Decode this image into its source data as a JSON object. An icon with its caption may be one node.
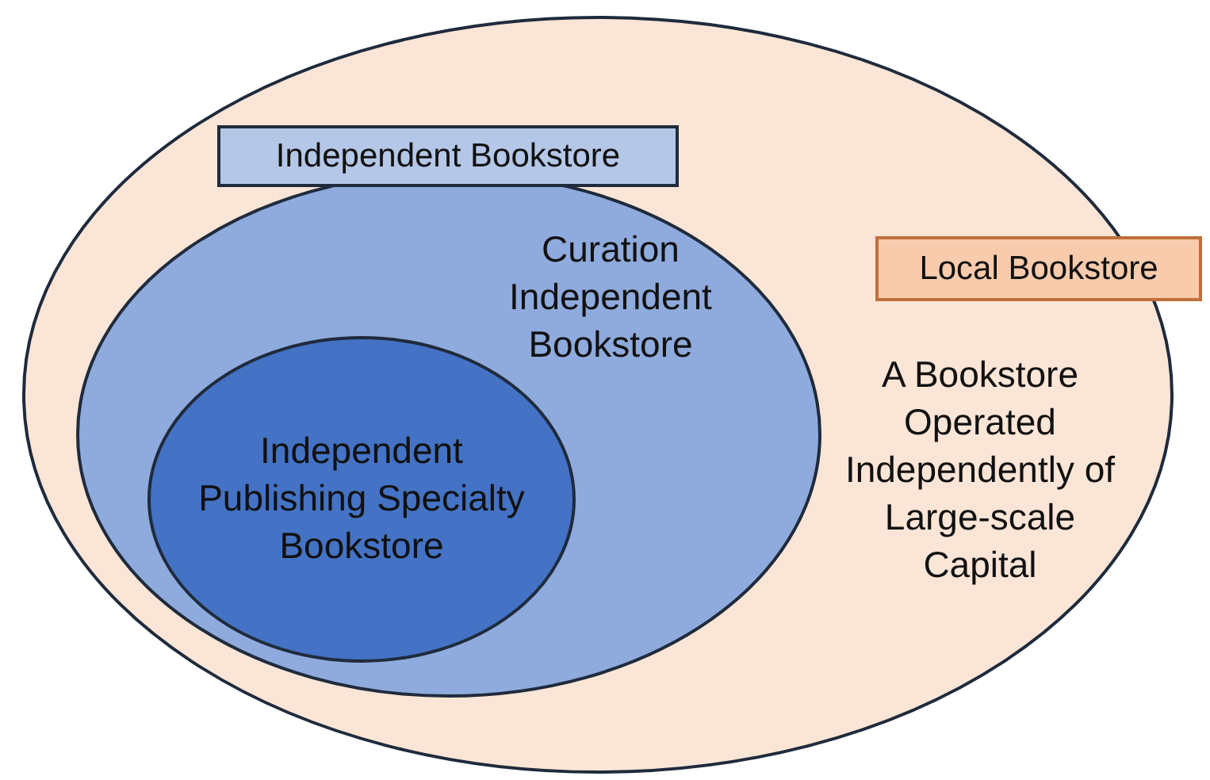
{
  "diagram": {
    "nodes": [
      {
        "text": [
          "Local Bookstore",
          "A Bookstore Operated Independently of Large-scale Capital"
        ]
      },
      {
        "text": [
          "Independent Bookstore",
          "Curation Independent Bookstore"
        ],
        "in": 0
      },
      {
        "text": [
          "Independent Publishing Specialty Bookstore"
        ],
        "in": 1
      }
    ]
  }
}
